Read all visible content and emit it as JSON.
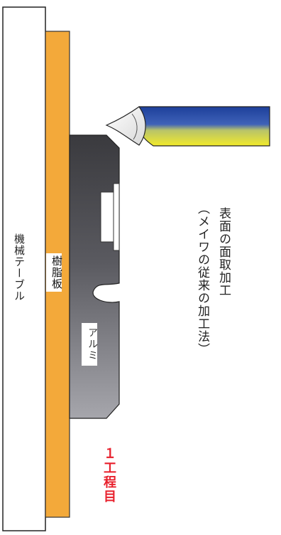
{
  "labels": {
    "machine_table": "機械テーブル",
    "resin_plate": "樹脂板",
    "aluminum": "アルミ",
    "title_line1": "表面の面取加工",
    "title_line2": "（メイワの従来の加工法）",
    "step": "１工程目"
  },
  "colors": {
    "resin_plate": "#f3a93a",
    "aluminum_dark": "#3a3a3e",
    "aluminum_light": "#9a9aa0",
    "tool_blue": "#1d3f9a",
    "tool_yellow": "#f2ea2a",
    "step_text": "#e8202c"
  }
}
